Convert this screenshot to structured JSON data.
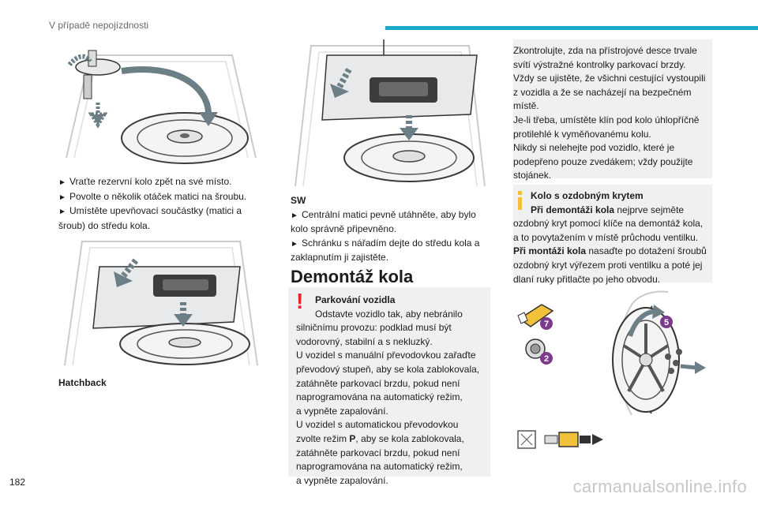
{
  "header": {
    "section_title": "V případě nepojízdnosti"
  },
  "col1": {
    "bullets": [
      "Vraťte rezervní kolo zpět na své místo.",
      "Povolte o několik otáček matici na šroubu.",
      "Umístěte upevňovací součástky (matici a šroub) do středu kola."
    ],
    "caption": "Hatchback"
  },
  "col2": {
    "subtitle": "SW",
    "bullets": [
      "Centrální matici pevně utáhněte, aby bylo kolo správně připevněno.",
      "Schránku s nářadím dejte do středu kola a zaklapnutím ji zajistěte."
    ],
    "heading": "Demontáž kola",
    "warning": {
      "title": "Parkování vozidla",
      "lines": [
        "Odstavte vozidlo tak, aby nebránilo",
        "silničnímu provozu: podklad musí být",
        "vodorovný, stabilní a s nekluzký.",
        "U vozidel s manuální převodovkou zařaďte",
        "převodový stupeň, aby se kola zablokovala,",
        "zatáhněte parkovací brzdu, pokud není",
        "naprogramována na automatický režim,",
        "a vypněte zapalování.",
        "U vozidel s automatickou převodovkou",
        "zvolte režim ",
        "P",
        ", aby se kola zablokovala,",
        "zatáhněte parkovací brzdu, pokud není",
        "naprogramována na automatický režim,",
        "a vypněte zapalování."
      ]
    }
  },
  "col3": {
    "check_box_lines": [
      "Zkontrolujte, zda na přístrojové desce trvale",
      "svítí výstražné kontrolky parkovací brzdy.",
      "Vždy se ujistěte, že všichni cestující vystoupili",
      "z vozidla a že se nacházejí na bezpečném",
      "místě.",
      "Je-li třeba, umístěte klín pod kolo úhlopříčně",
      "protilehlé k vyměňovanému kolu.",
      "Nikdy si nelehejte pod vozidlo, které je",
      "podepřeno pouze zvedákem; vždy použijte",
      "stojánek."
    ],
    "info": {
      "title": "Kolo s ozdobným krytem",
      "p1_bold": "Při demontáži kola",
      "p1_rest_lines": [
        " nejprve sejměte",
        "ozdobný kryt pomocí klíče na demontáž kola,",
        "a to povytažením v místě průchodu ventilku."
      ],
      "p2_bold": "Při montáži kola",
      "p2_rest_lines": [
        " nasaďte po dotažení šroubů",
        "ozdobný kryt výřezem proti ventilku a poté jej",
        "dlaní ruky přitlačte po jeho obvodu."
      ]
    },
    "callouts": [
      "7",
      "2",
      "5"
    ]
  },
  "footer": {
    "page_number": "182",
    "watermark": "carmanualsonline.info"
  },
  "colors": {
    "accent": "#1aa6c6",
    "warning": "#e3262b",
    "info": "#f2c13a",
    "box_bg": "#eef0f2",
    "arrow": "#6d7f86",
    "callout": "#7c3a8c"
  },
  "icons": [
    "warning-exclamation-icon",
    "info-i-icon",
    "bullet-triangle-icon"
  ]
}
